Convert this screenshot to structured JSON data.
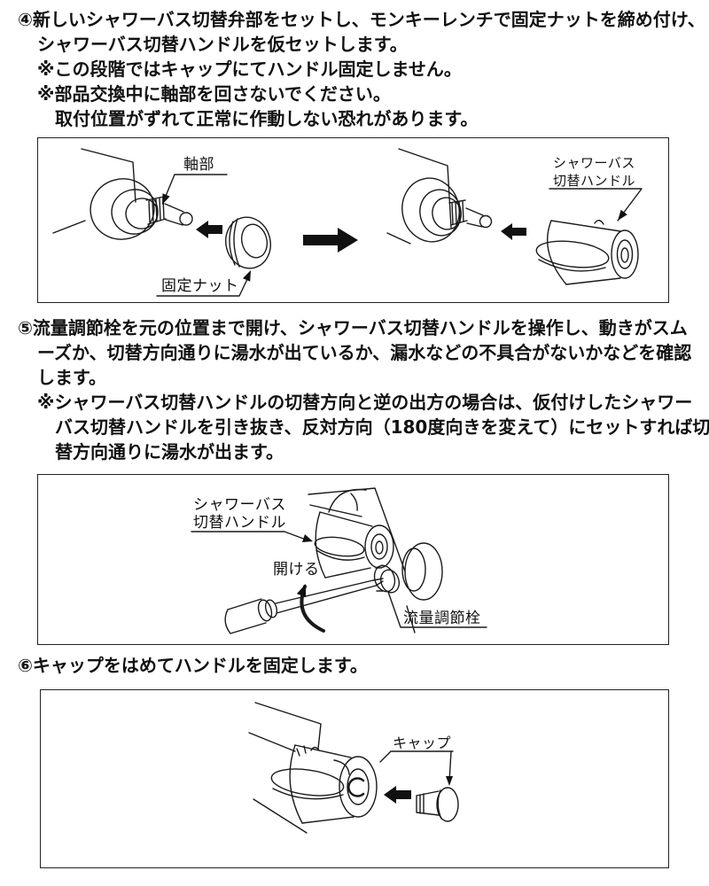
{
  "document": {
    "type": "instruction-manual-page",
    "language": "ja",
    "topic": "シャワーバス切替弁部の交換手順"
  },
  "colors": {
    "background": "#ffffff",
    "text": "#111111",
    "line_art": "#1a1a1a",
    "box_border": "#222222"
  },
  "steps": [
    {
      "number": "④",
      "lines": [
        "④新しいシャワーバス切替弁部をセットし、モンキーレンチで固定ナットを締め付け、",
        "シャワーバス切替ハンドルを仮セットします。",
        "※この段階ではキャップにてハンドル固定しません。",
        "※部品交換中に軸部を回さないでください。",
        "取付位置がずれて正常に作動しない恐れがあります。"
      ]
    },
    {
      "number": "⑤",
      "lines": [
        "⑤流量調節栓を元の位置まで開け、シャワーバス切替ハンドルを操作し、動きがスム",
        "ーズか、切替方向通りに湯水が出ているか、漏水などの不具合がないかなどを確認",
        "します。",
        "※シャワーバス切替ハンドルの切替方向と逆の出方の場合は、仮付けしたシャワー",
        "バス切替ハンドルを引き抜き、反対方向（180度向きを変えて）にセットすれば切",
        "替方向通りに湯水が出ます。"
      ]
    },
    {
      "number": "⑥",
      "lines": [
        "⑥キャップをはめてハンドルを固定します。"
      ]
    }
  ],
  "figures": [
    {
      "title": "diverter-valve-nut-and-handle-installation",
      "labels": {
        "shaft": "軸部",
        "fixing_nut": "固定ナット",
        "handle": [
          "シャワーバス",
          "切替ハンドル"
        ]
      }
    },
    {
      "title": "open-flow-valve-and-check-handle",
      "labels": {
        "handle": [
          "シャワーバス",
          "切替ハンドル"
        ],
        "open": "開ける",
        "flow_valve": "流量調節栓"
      }
    },
    {
      "title": "cap-installation",
      "labels": {
        "cap": "キャップ"
      }
    }
  ]
}
